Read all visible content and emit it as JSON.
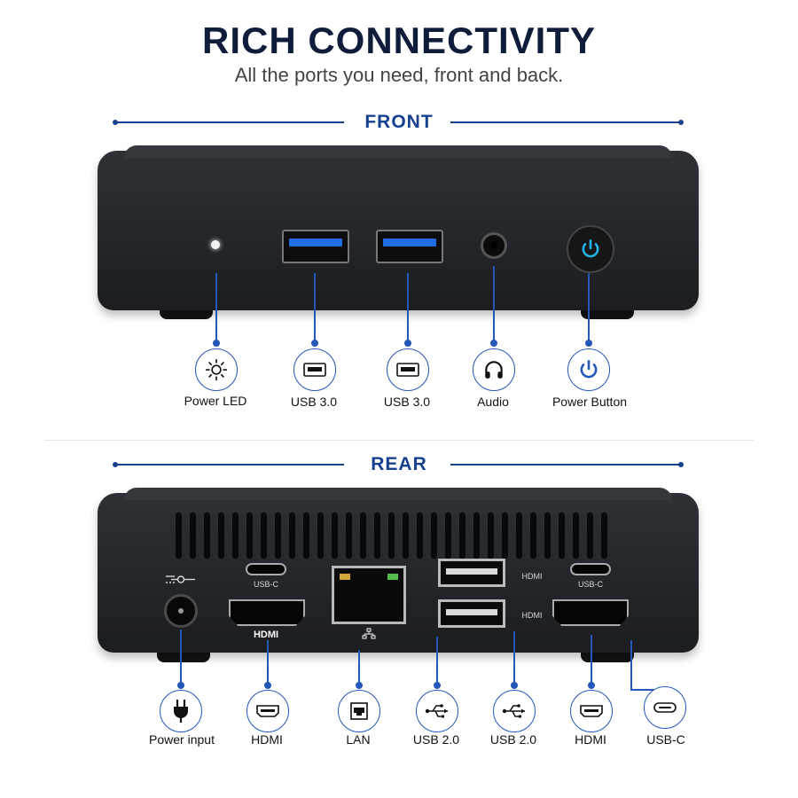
{
  "header": {
    "title": "RICH CONNECTIVITY",
    "subtitle": "All the ports you need, front and back."
  },
  "front": {
    "heading": "FRONT",
    "ports": [
      {
        "label": "Power LED",
        "icon": "sun-icon"
      },
      {
        "label": "USB 3.0",
        "icon": "usb-port-icon"
      },
      {
        "label": "USB 3.0",
        "icon": "usb-port-icon"
      },
      {
        "label": "Audio",
        "icon": "headphones-icon"
      },
      {
        "label": "Power Button",
        "icon": "power-icon"
      }
    ]
  },
  "rear": {
    "heading": "REAR",
    "device_marks": {
      "usbc_left": "USB-C",
      "usbc_right": "USB-C",
      "hdmi_left": "HDMI",
      "hdmi_right_top": "HDMI",
      "hdmi_right_bottom": "HDMI"
    },
    "ports": [
      {
        "label": "Power input",
        "icon": "plug-icon"
      },
      {
        "label": "HDMI",
        "icon": "hdmi-icon"
      },
      {
        "label": "LAN",
        "icon": "ethernet-icon"
      },
      {
        "label": "USB 2.0",
        "icon": "usb-symbol-icon"
      },
      {
        "label": "USB 2.0",
        "icon": "usb-symbol-icon"
      },
      {
        "label": "HDMI",
        "icon": "hdmi-icon"
      },
      {
        "label": "USB-C",
        "icon": "usb-c-icon"
      }
    ]
  },
  "colors": {
    "accent": "#2357b8",
    "heading": "#17408f",
    "title": "#0f1d3a",
    "power_glow": "#22b5e6",
    "usb3_blue": "#1f6ee6"
  }
}
